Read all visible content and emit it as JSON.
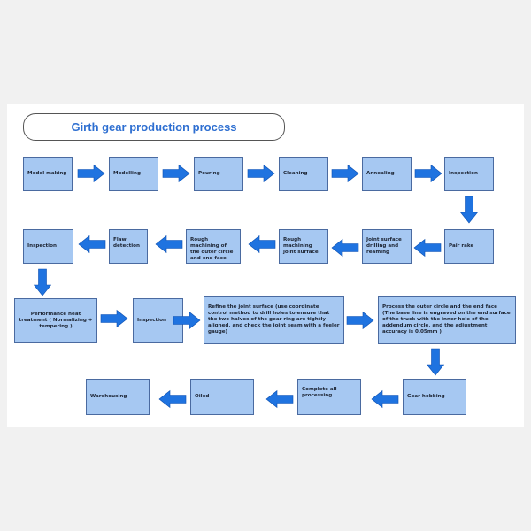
{
  "title": "Girth gear production process",
  "colors": {
    "box_fill": "#a6c8f2",
    "box_border": "#4a6aa0",
    "arrow": "#1f73e0",
    "title": "#2e6fd1"
  },
  "steps": {
    "model_making": "Model making",
    "modelling": "Modelling",
    "pouring": "Pouring",
    "cleaning": "Cleaning",
    "annealing": "Annealing",
    "inspection_1": "Inspection",
    "pair_rake": "Pair rake",
    "joint_surface": "Joint surface drilling and reaming",
    "rough_joint": "Rough machining joint surface",
    "rough_outer": "Rough machining of the outer circle and end face",
    "flaw": "Flaw detection",
    "inspection_2": "Inspection",
    "heat_treatment": "Performance heat treatment ( Normalizing + tempering )",
    "inspection_3": "Inspection",
    "refine_joint": "Refine the joint surface (use coordinate control method to drill holes to ensure that the two halves of the gear ring are tightly aligned, and check the joint seam with a feeler gauge)",
    "process_outer": "Process the outer circle and the end face (The base line is engraved on the end surface of the truck with the inner hole of the addendum circle, and the adjustment accuracy is 0.05mm )",
    "gear_hobbing": "Gear hobbing",
    "complete": "Complete all processing",
    "oiled": "Oiled",
    "warehousing": "Warehousing"
  }
}
